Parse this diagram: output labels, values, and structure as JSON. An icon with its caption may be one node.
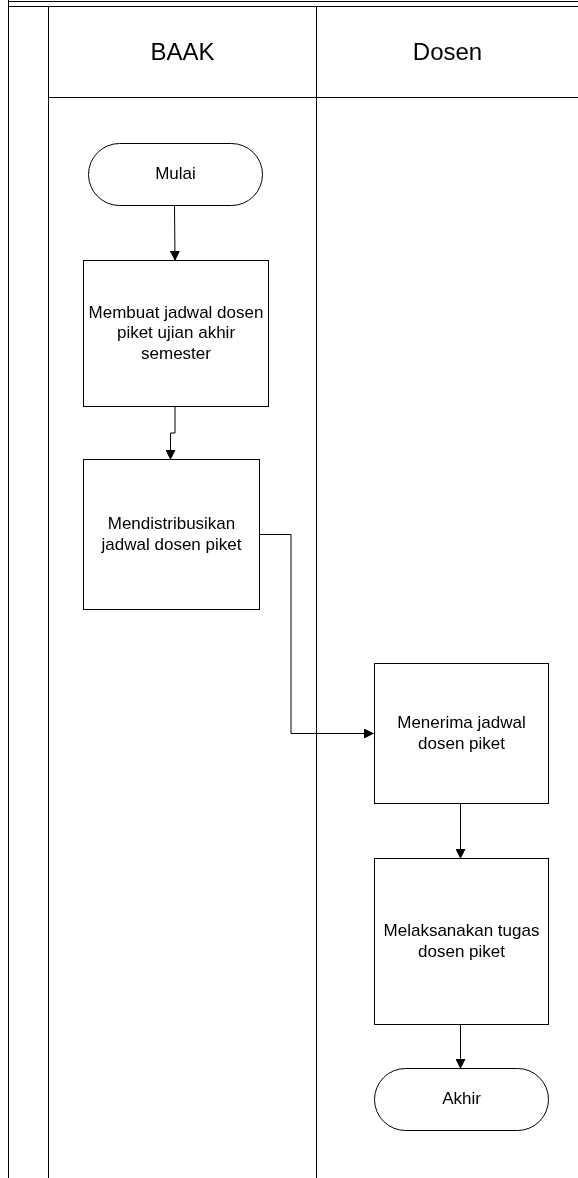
{
  "diagram": {
    "nodes": [
      {
        "text": [
          "BAAK"
        ]
      },
      {
        "text": [
          "Dosen"
        ]
      },
      {
        "text": [
          "Mulai"
        ],
        "in": 0
      },
      {
        "text": [
          "Membuat jadwal dosen piket ujian akhir semester"
        ],
        "in": 0
      },
      {
        "text": [
          "Mendistribusikan jadwal dosen piket"
        ],
        "in": 0
      },
      {
        "text": [
          "Menerima jadwal dosen piket"
        ],
        "in": 1
      },
      {
        "text": [
          "Melaksanakan tugas dosen piket"
        ],
        "in": 1
      },
      {
        "text": [
          "Akhir"
        ],
        "in": 1
      }
    ],
    "edges": [
      {
        "from": 2,
        "to": 3,
        "arrow": "to"
      },
      {
        "from": 3,
        "to": 4,
        "arrow": "to"
      },
      {
        "from": 4,
        "to": 5,
        "arrow": "to"
      },
      {
        "from": 5,
        "to": 6,
        "arrow": "to"
      },
      {
        "from": 6,
        "to": 7,
        "arrow": "to"
      }
    ]
  }
}
